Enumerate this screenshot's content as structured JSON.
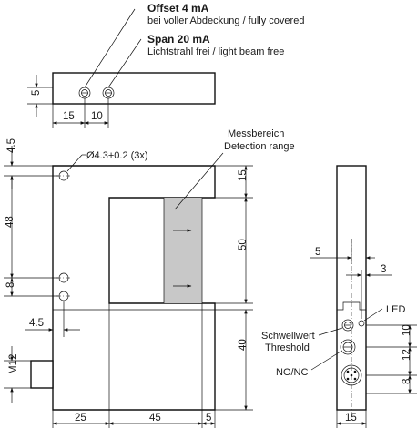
{
  "colors": {
    "line": "#111111",
    "detection_fill": "#c8c8c8",
    "background": "#ffffff"
  },
  "annotations": {
    "offset_title": "Offset 4 mA",
    "offset_sub": "bei voller Abdeckung / fully covered",
    "span_title": "Span 20 mA",
    "span_sub": "Lichtstrahl frei / light beam free",
    "hole_spec": "Ø4.3+0.2 (3x)",
    "range_de": "Messbereich",
    "range_en": "Detection range",
    "led": "LED",
    "threshold_de": "Schwellwert",
    "threshold_en": "Threshold",
    "nonc": "NO/NC"
  },
  "dimensions": {
    "top_h": "5",
    "top_w1": "15",
    "top_w2": "10",
    "left_4_5": "4.5",
    "left_48": "48",
    "left_8": "8",
    "inner_4_5": "4.5",
    "left_m12": "M12",
    "right_15": "15",
    "right_50": "50",
    "right_40": "40",
    "bottom_25": "25",
    "bottom_45": "45",
    "bottom_5": "5",
    "side_5": "5",
    "side_3": "3",
    "side_10": "10",
    "side_12": "12",
    "side_8": "8",
    "side_bottom_15": "15"
  }
}
